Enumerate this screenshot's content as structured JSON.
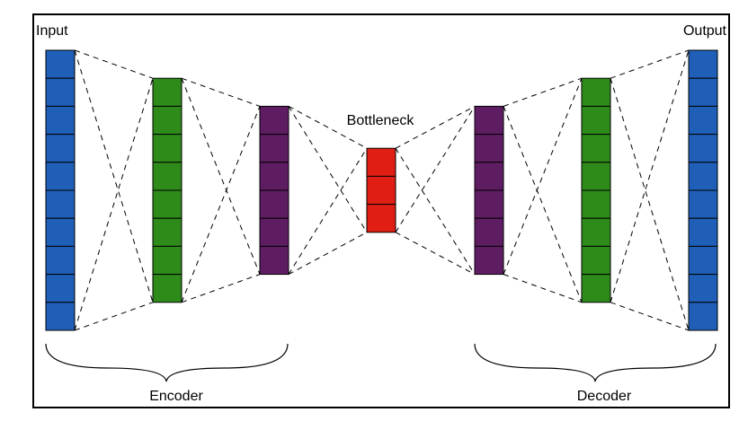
{
  "labels": {
    "input": "Input",
    "output": "Output",
    "bottleneck": "Bottleneck",
    "encoder": "Encoder",
    "decoder": "Decoder"
  },
  "layers": [
    {
      "name": "input-layer",
      "units": 10,
      "color": "#1f5fb8"
    },
    {
      "name": "encoder-hidden-1",
      "units": 8,
      "color": "#2e8b1a"
    },
    {
      "name": "encoder-hidden-2",
      "units": 6,
      "color": "#5e1d63"
    },
    {
      "name": "bottleneck-layer",
      "units": 3,
      "color": "#e01e14"
    },
    {
      "name": "decoder-hidden-1",
      "units": 6,
      "color": "#5e1d63"
    },
    {
      "name": "decoder-hidden-2",
      "units": 8,
      "color": "#2e8b1a"
    },
    {
      "name": "output-layer",
      "units": 10,
      "color": "#1f5fb8"
    }
  ],
  "connection_style": "dashed"
}
